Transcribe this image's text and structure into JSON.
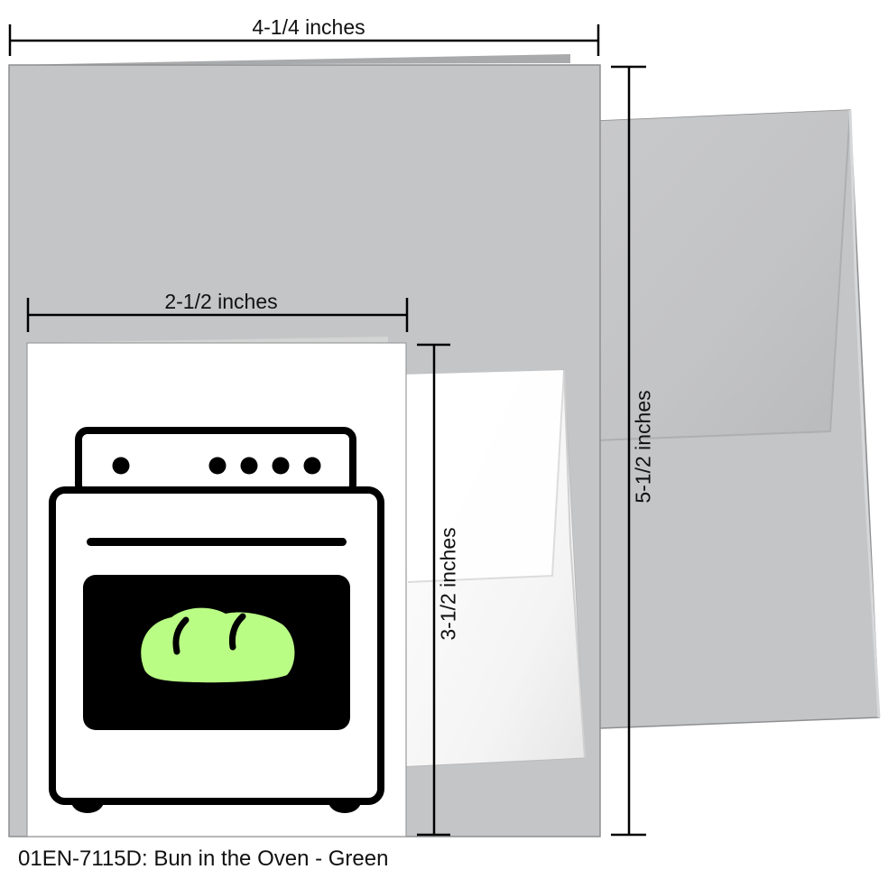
{
  "dimensions": {
    "large_width": "4-1/4 inches",
    "large_height": "5-1/2 inches",
    "small_width": "2-1/2 inches",
    "small_height": "3-1/2 inches"
  },
  "product": {
    "code": "01EN-7115D:",
    "name": "Bun in the Oven - Green"
  },
  "colors": {
    "large_card": "#c4c5c7",
    "large_envelope": "#c4c5c7",
    "small_card": "#ffffff",
    "bread": "#b9fd85",
    "oven_line": "#000000"
  },
  "icons": {
    "oven": "oven-icon",
    "bread": "bread-icon"
  }
}
